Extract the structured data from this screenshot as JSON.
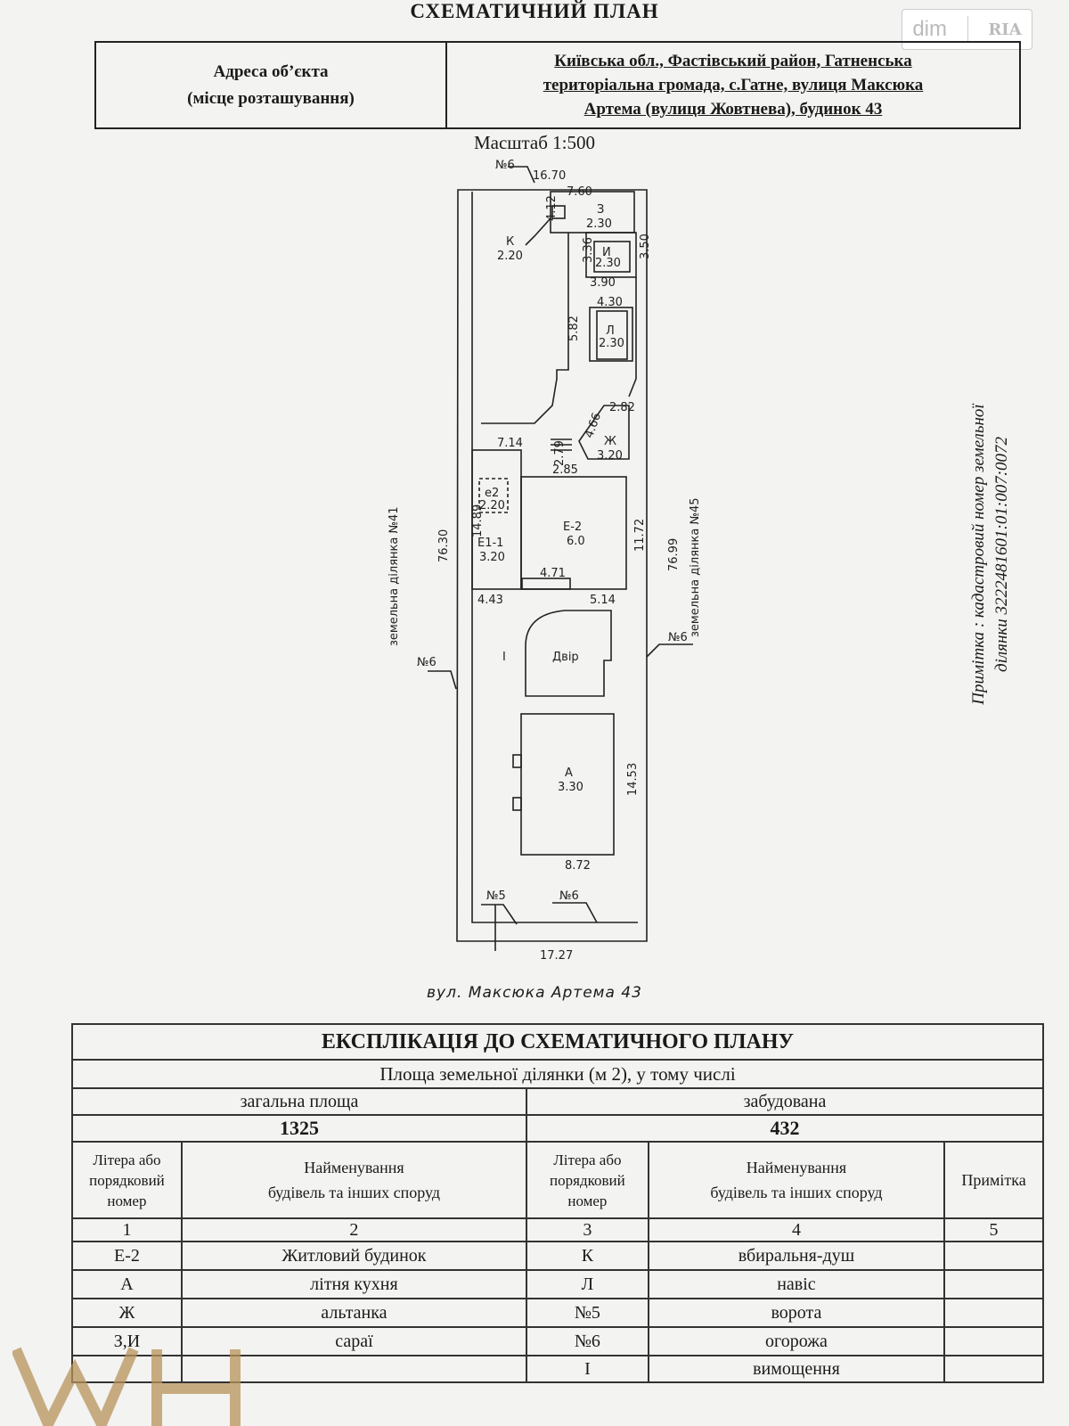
{
  "header": {
    "title": "СХЕМАТИЧНИЙ ПЛАН",
    "address_label_line1": "Адреса об’єкта",
    "address_label_line2": "(місце розташування)",
    "address_line1": "Київська обл., Фастівський район, Гатненська",
    "address_line2": "територіальна громада, с.Гатне, вулиця Максюка",
    "address_line3": "Артема (вулиця Жовтнева), будинок 43",
    "scale": "Масштаб 1:500"
  },
  "logo": {
    "left": "dim",
    "right": "RIA"
  },
  "plan": {
    "street": "вул. Максюка Артема 43",
    "left_neighbor": "земельна ділянка №41",
    "right_neighbor": "земельна ділянка №45",
    "labels": {
      "n6_top": "№6",
      "d16_70": "16.70",
      "d7_60": "7.60",
      "z_name": "З",
      "z_h": "2.30",
      "k_name": "К",
      "k_h": "2.20",
      "d4_12": "4.12",
      "i_name": "И",
      "i_h": "2.30",
      "d3_36": "3.36",
      "d3_50": "3.50",
      "d3_90": "3.90",
      "d4_30": "4.30",
      "l_name": "Л",
      "l_h": "2.30",
      "d5_82": "5.82",
      "d2_82": "2.82",
      "d4_66": "4.66",
      "d7_14": "7.14",
      "zh_name": "Ж",
      "zh_h": "3.20",
      "d2_79": "2.79",
      "d2_85": "2.85",
      "e2s_name": "е2",
      "e2s_h": "2.20",
      "e11_name": "Е1-1",
      "e11_h": "3.20",
      "e2_name": "Е-2",
      "e2_h": "6.0",
      "d4_71": "4.71",
      "d14_89": "14.89",
      "d11_72": "11.72",
      "d4_43": "4.43",
      "d5_14": "5.14",
      "d76_30": "76.30",
      "d76_99": "76.99",
      "dvir": "Двір",
      "n6_left": "№6",
      "n6_right": "№6",
      "pav_mark": "I",
      "a_name": "А",
      "a_h": "3.30",
      "d14_53": "14.53",
      "d8_72": "8.72",
      "n5_bottom": "№5",
      "n6_bottom": "№6",
      "d17_27": "17.27"
    }
  },
  "note": {
    "line1": "Примітка : кадастровий номер земельної",
    "line2": "ділянки 3222481601:01:007:0072"
  },
  "explication": {
    "title": "ЕКСПЛІКАЦІЯ ДО СХЕМАТИЧНОГО ПЛАНУ",
    "subtitle": "Площа земельної ділянки (м 2), у тому числі",
    "total_label": "загальна площа",
    "built_label": "забудована",
    "total_value": "1325",
    "built_value": "432",
    "col1_l1": "Літера або",
    "col1_l2": "порядковий",
    "col1_l3": "номер",
    "col2_l1": "Найменування",
    "col2_l2": "будівель та інших споруд",
    "col3_l1": "Літера або",
    "col3_l2": "порядковий",
    "col3_l3": "номер",
    "col4_l1": "Найменування",
    "col4_l2": "будівель та інших споруд",
    "col5": "Примітка",
    "nums": [
      "1",
      "2",
      "3",
      "4",
      "5"
    ],
    "rows": [
      {
        "c1": "Е-2",
        "c2": "Житловий будинок",
        "c3": "К",
        "c4": "вбиральня-душ"
      },
      {
        "c1": "А",
        "c2": "літня кухня",
        "c3": "Л",
        "c4": "навіс"
      },
      {
        "c1": "Ж",
        "c2": "альтанка",
        "c3": "№5",
        "c4": "ворота"
      },
      {
        "c1": "З,И",
        "c2": "сараї",
        "c3": "№6",
        "c4": "огорожа"
      },
      {
        "c1": "",
        "c2": "",
        "c3": "І",
        "c4": "вимощення"
      }
    ]
  }
}
